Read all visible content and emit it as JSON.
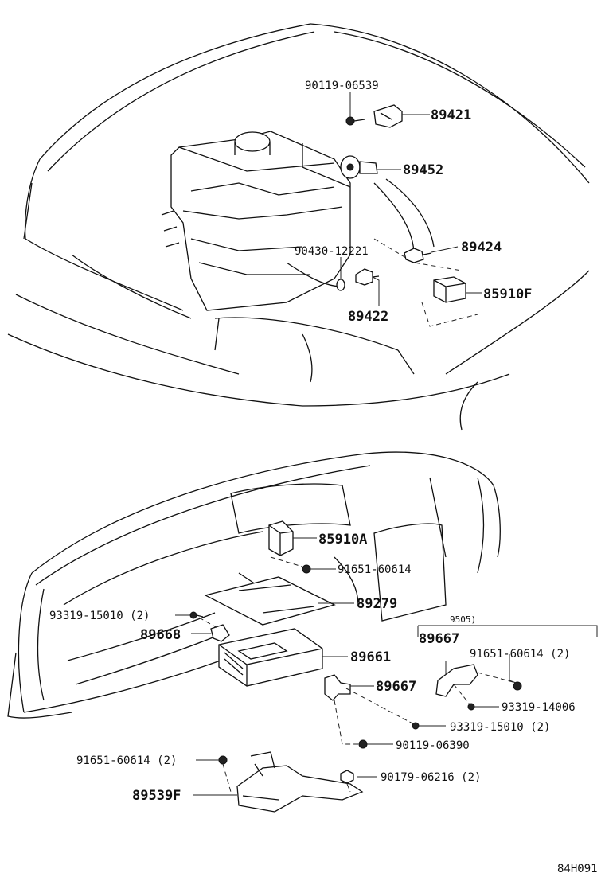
{
  "diagram": {
    "engine_bay": {
      "labels": {
        "p90119_06539": "90119-06539",
        "p89421": "89421",
        "p89452": "89452",
        "p90430_12221": "90430-12221",
        "p89424": "89424",
        "p85910F": "85910F",
        "p89422": "89422"
      }
    },
    "dashboard": {
      "labels": {
        "p85910A": "85910A",
        "p91651_60614_a": "91651-60614",
        "p89279": "89279",
        "p93319_15010_2_a": "93319-15010 (2)",
        "p89668": "89668",
        "p89661": "89661",
        "p89667_a": "89667",
        "p93319_15010_2_b": "93319-15010 (2)",
        "p90119_06390": "90119-06390",
        "p91651_60614_2_a": "91651-60614 (2)",
        "p90179_06216_2": "90179-06216 (2)",
        "p89539F": "89539F"
      },
      "inset": {
        "date_note": "9505)",
        "p89667_b": "89667",
        "p91651_60614_2_b": "91651-60614 (2)",
        "p93319_14006": "93319-14006"
      }
    },
    "footer_code": "84H091"
  }
}
